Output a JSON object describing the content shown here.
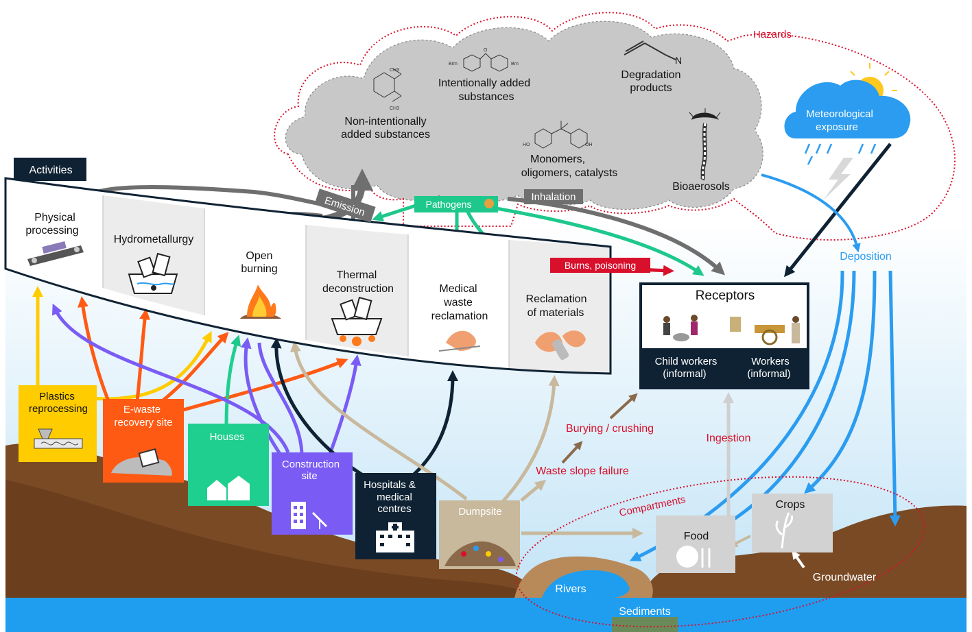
{
  "hazards": {
    "title": "Hazards",
    "cloud_items": [
      "Non-intentionally",
      "added substances",
      "Intentionally added",
      "substances",
      "Degradation",
      "products",
      "Monomers,",
      "oligomers, catalysts",
      "Bioaerosols"
    ],
    "chem_labels": {
      "br_left": "Brm",
      "br_right": "Brn",
      "ch3_top": "CH3",
      "ch3_bottom": "CH3",
      "o": "O",
      "n": "N",
      "ho": "HO",
      "oh": "OH"
    }
  },
  "meteorological": {
    "line1": "Meteorological",
    "line2": "exposure"
  },
  "activities": {
    "tag": "Activities",
    "items": [
      {
        "lines": [
          "Physical",
          "processing"
        ]
      },
      {
        "lines": [
          "Hydrometallurgy"
        ]
      },
      {
        "lines": [
          "Open",
          "burning"
        ]
      },
      {
        "lines": [
          "Thermal",
          "deconstruction"
        ]
      },
      {
        "lines": [
          "Medical",
          "waste",
          "reclamation"
        ]
      },
      {
        "lines": [
          "Reclamation",
          "of materials"
        ]
      }
    ]
  },
  "pathway_labels": {
    "emission": "Emission",
    "pathogens": "Pathogens",
    "inhalation": "Inhalation",
    "burns": "Burns, poisoning",
    "deposition": "Deposition",
    "burying": "Burying / crushing",
    "waste_slope": "Waste slope failure",
    "ingestion": "Ingestion"
  },
  "receptors": {
    "title": "Receptors",
    "child": [
      "Child workers",
      "(informal)"
    ],
    "workers": [
      "Workers",
      "(informal)"
    ]
  },
  "sources": {
    "plastics": [
      "Plastics",
      "reprocessing"
    ],
    "ewaste": [
      "E-waste",
      "recovery site"
    ],
    "houses": [
      "Houses"
    ],
    "construction": [
      "Construction",
      "site"
    ],
    "hospitals": [
      "Hospitals &",
      "medical",
      "centres"
    ],
    "dumpsite": [
      "Dumpsite"
    ]
  },
  "compartments": {
    "title": "Compartments",
    "food": "Food",
    "crops": "Crops",
    "groundwater": "Groundwater",
    "rivers": "Rivers",
    "sediments": "Sediments"
  },
  "colors": {
    "hazard_red": "#d8102c",
    "pathogen_green": "#1ec88c",
    "deposition_blue": "#2b9cf0",
    "plastics_yellow": "#ffcc00",
    "ewaste_orange": "#ff5a14",
    "houses_green": "#1fcf8f",
    "construction_purple": "#7a5cf5",
    "hospital_navy": "#0f2233",
    "dumpsite_beige": "#c8b89c",
    "cloud_gray": "#c8c8c8",
    "soil_brown": "#7a4a25",
    "water_blue": "#1f9ef0"
  }
}
